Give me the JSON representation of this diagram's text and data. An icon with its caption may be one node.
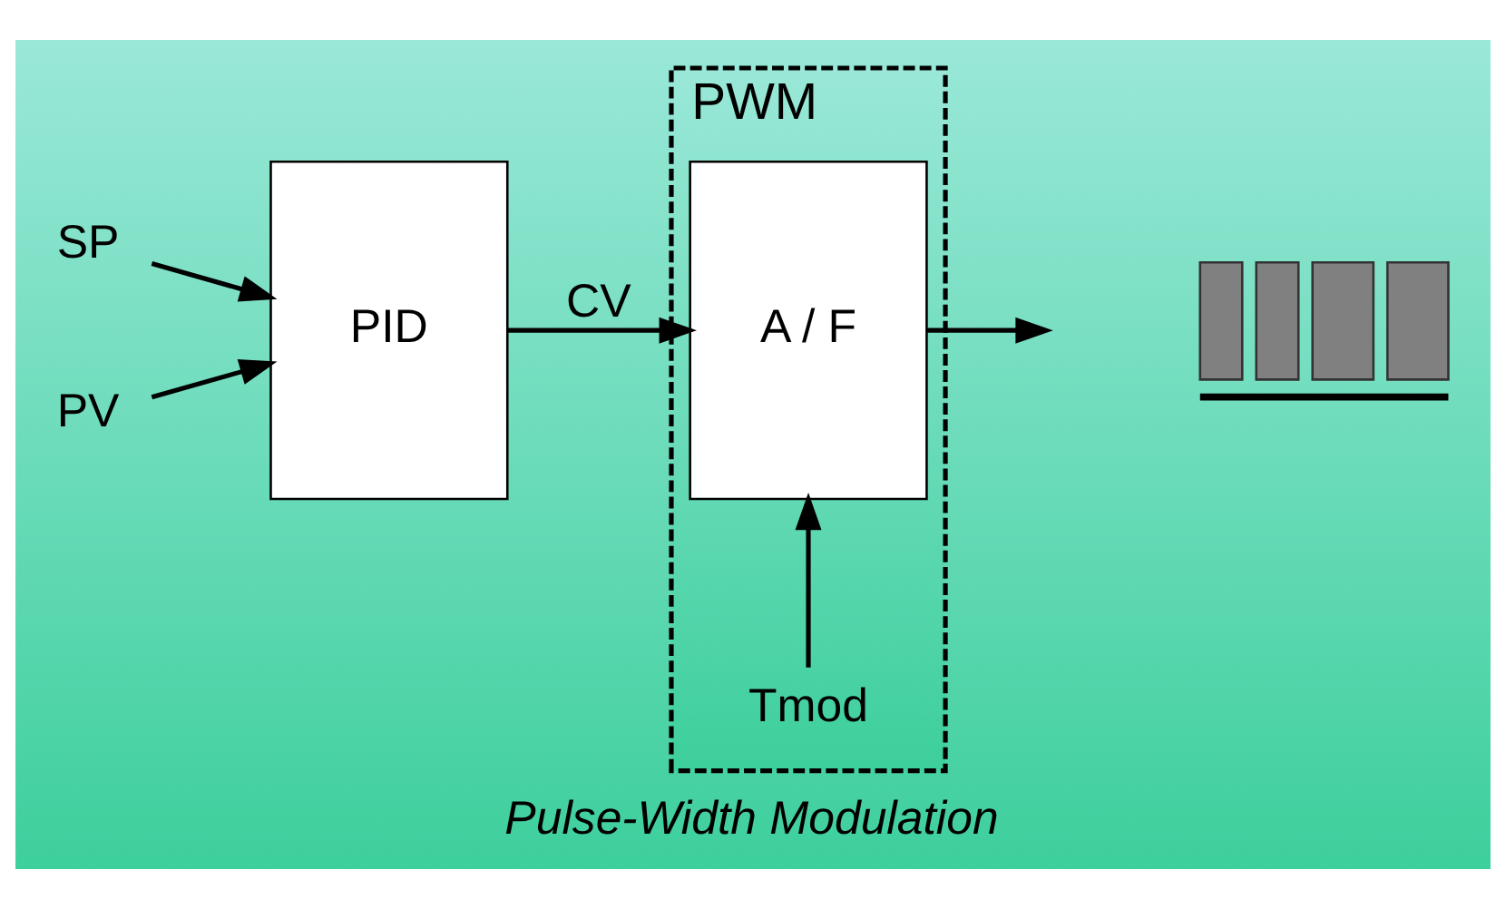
{
  "diagram": {
    "nodes": [
      {
        "text": [
          "PWM"
        ],
        "beside": [
          "Pulse-Width Modulation"
        ]
      },
      {
        "text": [
          "SP"
        ]
      },
      {
        "text": [
          "PV"
        ]
      },
      {
        "text": [
          "PID"
        ]
      },
      {
        "text": [
          "A / F"
        ],
        "in": 0
      },
      {
        "text": [
          "Tmod"
        ],
        "in": 0
      },
      {
        "text": [],
        "shape": "picture"
      }
    ],
    "edges": [
      {
        "from": 1,
        "to": 3,
        "arrow": "to"
      },
      {
        "from": 2,
        "to": 3,
        "arrow": "to"
      },
      {
        "from": 3,
        "to": 4,
        "label": "CV",
        "arrow": "to"
      },
      {
        "from": 5,
        "to": 4,
        "arrow": "to"
      },
      {
        "from": 4,
        "to": null,
        "arrow": "to"
      }
    ]
  }
}
